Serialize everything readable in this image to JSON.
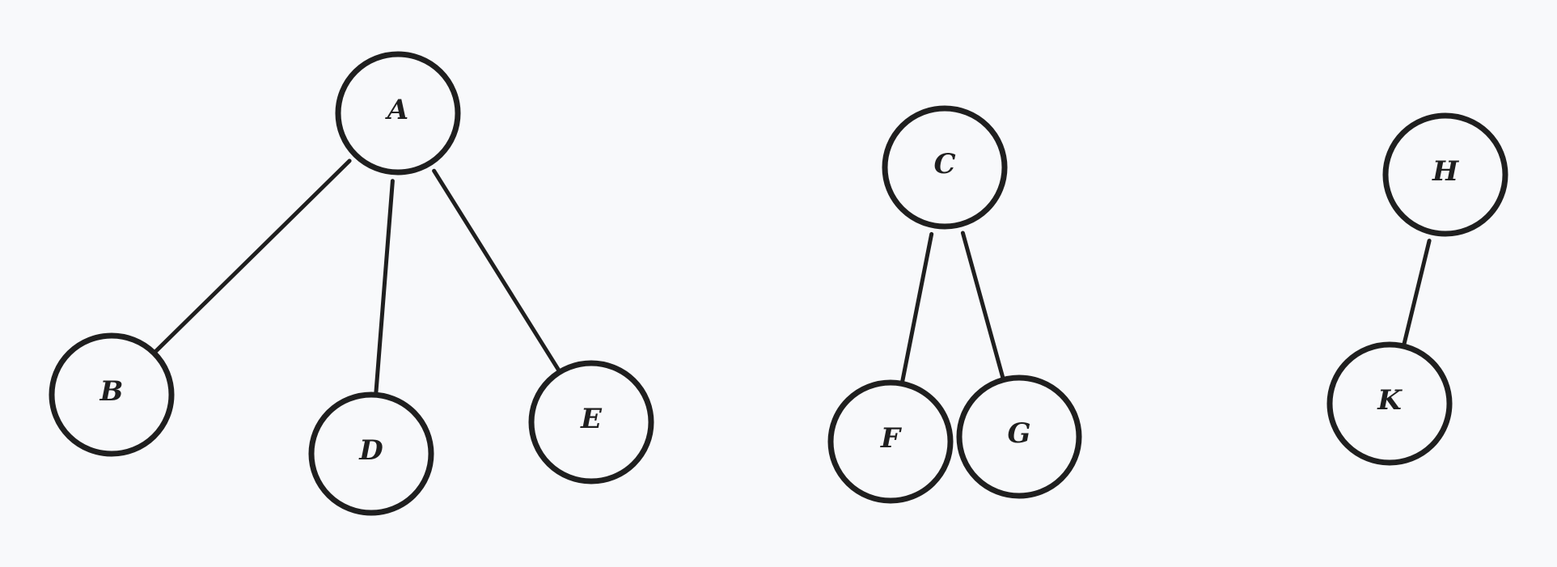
{
  "diagram": {
    "type": "forest",
    "colors": {
      "background": "#f8f9fb",
      "stroke": "#1f1f1f",
      "text": "#1f1f1f"
    },
    "nodes": [
      {
        "id": "A",
        "label": "A"
      },
      {
        "id": "B",
        "label": "B"
      },
      {
        "id": "D",
        "label": "D"
      },
      {
        "id": "E",
        "label": "E"
      },
      {
        "id": "C",
        "label": "C"
      },
      {
        "id": "F",
        "label": "F"
      },
      {
        "id": "G",
        "label": "G"
      },
      {
        "id": "H",
        "label": "H"
      },
      {
        "id": "K",
        "label": "K"
      }
    ],
    "edges": [
      {
        "from": "A",
        "to": "B"
      },
      {
        "from": "A",
        "to": "D"
      },
      {
        "from": "A",
        "to": "E"
      },
      {
        "from": "C",
        "to": "F"
      },
      {
        "from": "C",
        "to": "G"
      },
      {
        "from": "H",
        "to": "K"
      }
    ]
  }
}
